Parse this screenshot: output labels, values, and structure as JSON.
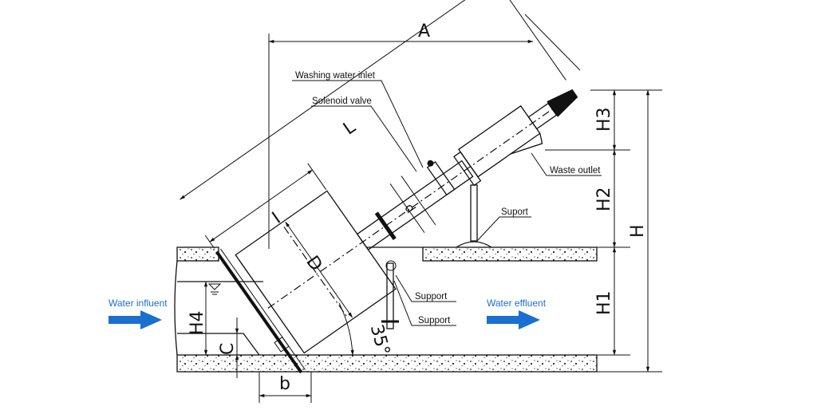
{
  "diagram": {
    "dimensions": {
      "A": "A",
      "L": "L",
      "I": "I",
      "D": "D",
      "d": "d",
      "H": "H",
      "H1": "H1",
      "H2": "H2",
      "H3": "H3",
      "H4": "H4",
      "C": "C",
      "b": "b",
      "angle": "35°"
    },
    "labels": {
      "washing_water_inlet": "Washing water inlet",
      "solenoid_valve": "Solenoid valve",
      "waste_outlet": "Waste outlet",
      "suport": "Suport",
      "support_1": "Support",
      "support_2": "Support",
      "water_influent": "Water influent",
      "water_effluent": "Water effluent"
    },
    "colors": {
      "flow_arrow": "#1a6fd0",
      "line": "#111111"
    }
  }
}
